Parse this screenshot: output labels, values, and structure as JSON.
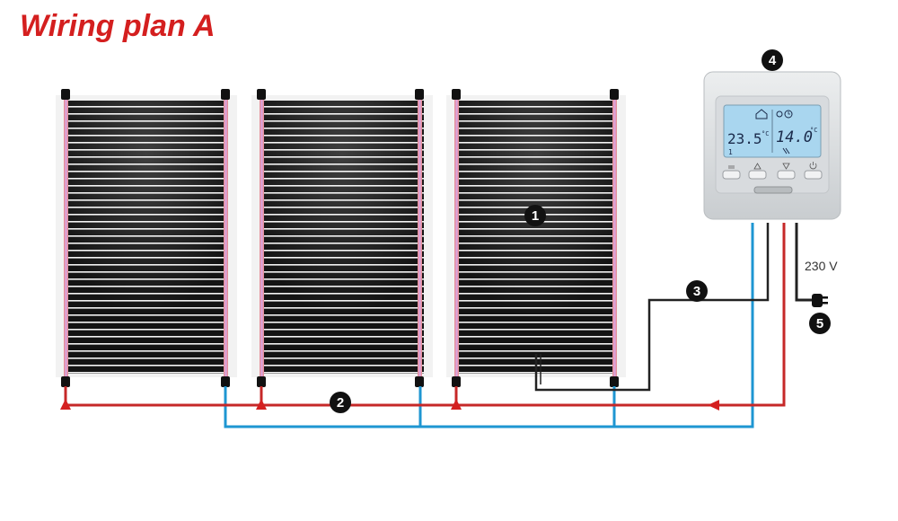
{
  "title": "Wiring plan A",
  "voltage_label": "230 V",
  "callouts": [
    "1",
    "2",
    "3",
    "4",
    "5"
  ],
  "thermostat": {
    "current_temp": "23.5",
    "current_unit": "°C",
    "set_temp": "14.0",
    "set_unit": "°C",
    "small_value": "1",
    "buttons": [
      "up-button",
      "down-button",
      "power-button",
      "menu-button"
    ]
  },
  "colors": {
    "title": "#d41f1f",
    "live_wire": "#c62828",
    "neutral_wire": "#1e96d2",
    "sensor_wire": "#222222",
    "film": "#151515",
    "film_line": "#ffffff",
    "lcd": "#a9d6ef",
    "thermostat_body": "#d9dcde"
  }
}
